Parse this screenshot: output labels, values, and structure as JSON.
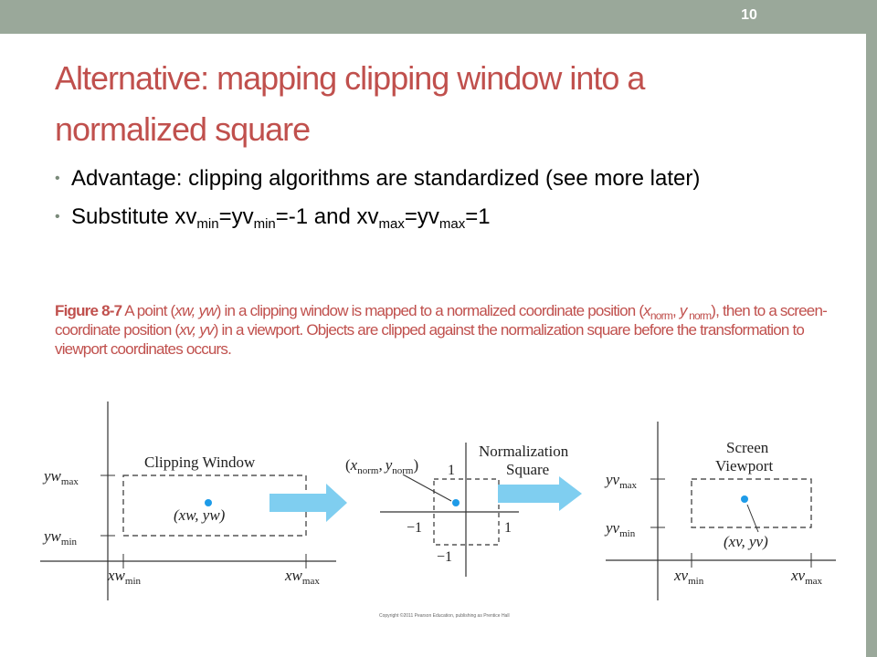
{
  "colors": {
    "title": "#c0504d",
    "caption": "#c0504d",
    "bar": "#9aa89a",
    "arrow": "#7fcef0",
    "point": "#1e9be8"
  },
  "slide_number": "10",
  "title": "Alternative: mapping clipping window into a normalized square",
  "bullets": {
    "b1": "Advantage: clipping algorithms are standardized (see more later)",
    "b2_p1": "Substitute xv",
    "b2_s1": "min",
    "b2_p2": "=yv",
    "b2_s2": "min",
    "b2_p3": "=-1 and xv",
    "b2_s3": "max",
    "b2_p4": "=yv",
    "b2_s4": "max",
    "b2_p5": "=1"
  },
  "caption": {
    "label": "Figure 8-7",
    "t1": " A point (",
    "i1": "xw, yw",
    "t2": ") in a clipping window is mapped to a normalized coordinate position (",
    "i2": "x",
    "s1": "norm",
    "t3": ", ",
    "i3": "y",
    "s2": " norm",
    "t4": "), then to a screen-coordinate position (",
    "i4": "xv, yv",
    "t5": ") in a viewport. Objects are clipped against the normalization square before the transformation to viewport coordinates occurs."
  },
  "diagram": {
    "clip": {
      "label": "Clipping Window",
      "point_label": "(xw, yw)",
      "yw": "yw",
      "xw": "xw",
      "max": "max",
      "min": "min"
    },
    "norm": {
      "label1": "Normalization",
      "label2": "Square",
      "pt_x": "x",
      "pt_y": "y",
      "norm": "norm",
      "one": "1",
      "neg_one": "−1",
      "lp": "(",
      "comma": ",",
      "rp": ")"
    },
    "view": {
      "label1": "Screen",
      "label2": "Viewport",
      "point_label": "(xv, yv)",
      "yv": "yv",
      "xv": "xv",
      "max": "max",
      "min": "min"
    }
  },
  "copyright": "Copyright ©2011 Pearson Education, publishing as Prentice Hall"
}
